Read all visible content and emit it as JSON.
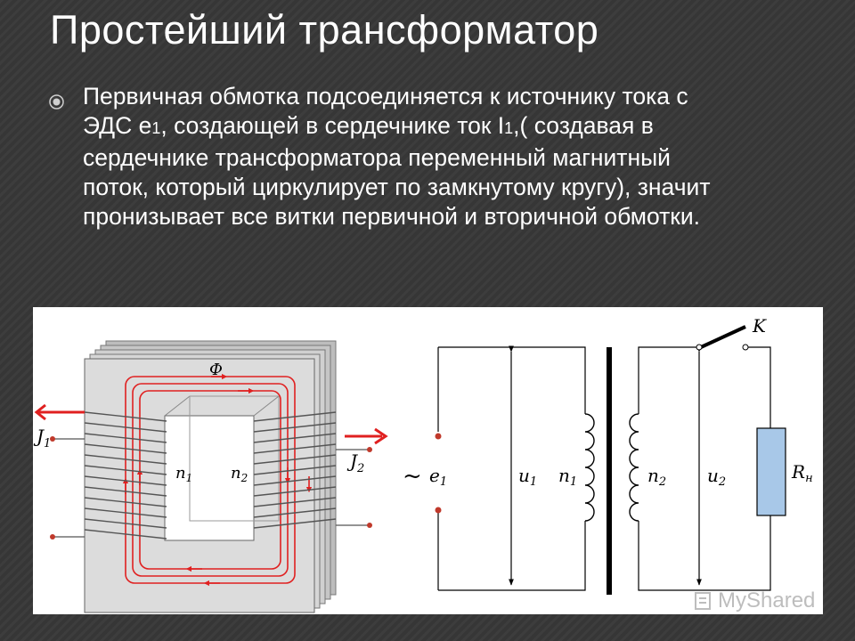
{
  "slide": {
    "title": "Простейший трансформатор",
    "bullet_parts": [
      "Первичная обмотка  подсоединяется к источнику тока с ЭДС е",
      "1",
      ", создающей в сердечнике ток  I",
      "1",
      ",( создавая в сердечнике трансформатора переменный магнитный поток, который циркулирует по замкнутому кругу), значит пронизывает все витки первичной и вторичной обмотки."
    ]
  },
  "figure": {
    "core_labels": {
      "flux": "Ф",
      "j1": "J",
      "j1_sub": "1",
      "j2": "J",
      "j2_sub": "2",
      "n1": "n",
      "n1_sub": "1",
      "n2": "n",
      "n2_sub": "2"
    },
    "circuit_labels": {
      "source": "~",
      "e1": "e",
      "e1_sub": "1",
      "u1": "u",
      "u1_sub": "1",
      "n1": "n",
      "n1_sub": "1",
      "n2": "n",
      "n2_sub": "2",
      "u2": "u",
      "u2_sub": "2",
      "rn": "R",
      "rn_sub": "н",
      "k": "K"
    }
  },
  "watermark": {
    "text": "MyShared"
  },
  "colors": {
    "background": "#363636",
    "text": "#ffffff",
    "flux_red": "#e02020",
    "core_gray": "#c8c8c8",
    "resistor_blue": "#a8c8e8"
  }
}
